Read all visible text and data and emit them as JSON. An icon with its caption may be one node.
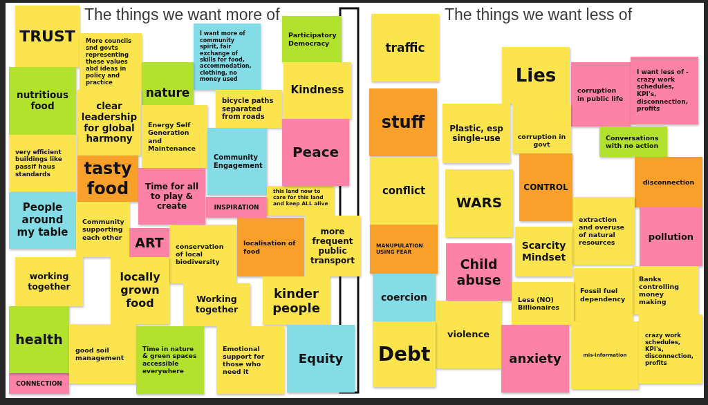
{
  "diagram": {
    "nodes": [
      {
        "text": [
          "TRUST"
        ]
      },
      {
        "text": [
          "More councils snd govts representing these values abd ideas in policy and practice"
        ]
      },
      {
        "text": [
          "I want more of community spirit, fair exchange of skills for food, accommodation, clothing, no money used"
        ]
      },
      {
        "text": [
          "Participatory Democracy"
        ]
      },
      {
        "text": [
          "nutritious food"
        ]
      },
      {
        "text": [
          "nature"
        ]
      },
      {
        "text": [
          "clear leadership for global harmony"
        ]
      },
      {
        "text": [
          "bicycle paths separated from roads"
        ]
      },
      {
        "text": [
          "Kindness"
        ]
      },
      {
        "text": [
          "Energy Self Generation and Maintenance"
        ]
      },
      {
        "text": [
          "very efficient buildings like passif haus standards"
        ]
      },
      {
        "text": [
          "Community Engagement"
        ]
      },
      {
        "text": [
          "this land now to care for this land and keep ALL alive"
        ]
      },
      {
        "text": [
          "Peace"
        ]
      },
      {
        "text": [
          "tasty food"
        ]
      },
      {
        "text": [
          "Time for all to play & create"
        ]
      },
      {
        "text": [
          "INSPIRATION"
        ]
      },
      {
        "text": [
          "People around my table"
        ]
      },
      {
        "text": [
          "Community supporting each other"
        ]
      },
      {
        "text": [
          "ART"
        ]
      },
      {
        "text": [
          "conservation of local biodiversity"
        ]
      },
      {
        "text": [
          "localisation of food"
        ]
      },
      {
        "text": [
          "more frequent public transport"
        ]
      },
      {
        "text": [
          "working together"
        ]
      },
      {
        "text": [
          "locally grown food"
        ]
      },
      {
        "text": [
          "Working together"
        ]
      },
      {
        "text": [
          "kinder people"
        ]
      },
      {
        "text": [
          "CONNECTION"
        ]
      },
      {
        "text": [
          "health"
        ]
      },
      {
        "text": [
          "good soil management"
        ]
      },
      {
        "text": [
          "Time in nature & green spaces accessible everywhere"
        ]
      },
      {
        "text": [
          "Emotional support for those who need it"
        ]
      },
      {
        "text": [
          "Equity"
        ]
      },
      {
        "text": [
          "traffic"
        ]
      },
      {
        "text": [
          "stuff"
        ]
      },
      {
        "text": [
          "Lies"
        ]
      },
      {
        "text": [
          "corruption in public life"
        ]
      },
      {
        "text": [
          "I want less of - crazy work schedules, KPI's, disconnection, profits"
        ]
      },
      {
        "text": [
          "Plastic, esp single-use"
        ]
      },
      {
        "text": [
          "corruption in govt"
        ]
      },
      {
        "text": [
          "Conversations with no action"
        ]
      },
      {
        "text": [
          "conflict"
        ]
      },
      {
        "text": [
          "WARS"
        ]
      },
      {
        "text": [
          "CONTROL"
        ]
      },
      {
        "text": [
          "disconnection"
        ]
      },
      {
        "text": [
          "extraction and overuse of natural resources"
        ]
      },
      {
        "text": [
          "pollution"
        ]
      },
      {
        "text": [
          "MANUPULATION USING FEAR"
        ]
      },
      {
        "text": [
          "Child abuse"
        ]
      },
      {
        "text": [
          "Scarcity Mindset"
        ]
      },
      {
        "text": [
          "Banks controlling money making"
        ]
      },
      {
        "text": [
          "coercion"
        ]
      },
      {
        "text": [
          "Fossil fuel dependency"
        ]
      },
      {
        "text": [
          "Less (NO) Billionaires"
        ]
      },
      {
        "text": [
          "violence"
        ]
      },
      {
        "text": [
          "Debt"
        ]
      },
      {
        "text": [
          "anxiety"
        ]
      },
      {
        "text": [
          "mis-information"
        ]
      },
      {
        "text": [
          "crazy work schedules, KPI's, disconnection, profits"
        ]
      }
    ],
    "labels": [
      "The things we want more of",
      "The things we want less of"
    ]
  }
}
